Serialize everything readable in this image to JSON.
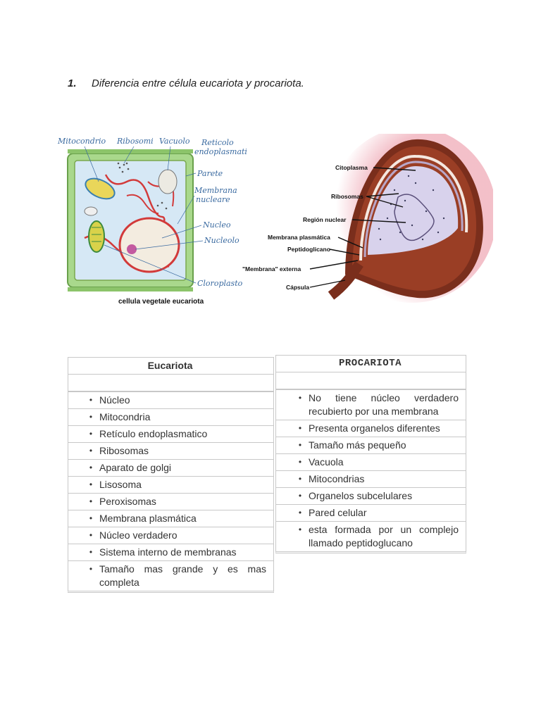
{
  "heading": {
    "number": "1.",
    "text": "Diferencia entre célula eucariota y procariota."
  },
  "figure_eukaryote": {
    "labels": {
      "mitocondrio": "Mitocondrio",
      "ribosomi": "Ribosomi",
      "vacuolo": "Vacuolo",
      "reticolo1": "Reticolo",
      "reticolo2": "endoplasmatic",
      "parete": "Parete",
      "membrana1": "Membrana",
      "membrana2": "nucleare",
      "nucleo": "Nucleo",
      "nucleolo": "Nucleolo",
      "cloroplasto": "Cloroplasto"
    },
    "caption": "cellula vegetale eucariota"
  },
  "figure_prokaryote": {
    "labels": {
      "citoplasma": "Citoplasma",
      "ribosomas": "Ribosomas",
      "region": "Región nuclear",
      "membrana": "Membrana plasmática",
      "peptido": "Peptidoglicano",
      "externa": "\"Membrana\" externa",
      "capsula": "Cápsula"
    }
  },
  "table_eukaryote": {
    "header": "Eucariota",
    "items": [
      "Núcleo",
      "Mitocondria",
      "Retículo endoplasmatico",
      "Ribosomas",
      "Aparato de golgi",
      "Lisosoma",
      "Peroxisomas",
      "Membrana plasmática",
      "Núcleo verdadero",
      "Sistema interno de membranas",
      "Tamaño mas grande y es mas completa"
    ]
  },
  "table_prokaryote": {
    "header": "PROCARIOTA",
    "items": [
      "No tiene núcleo verdadero recubierto por una membrana",
      "Presenta organelos diferentes",
      "Tamaño más pequeño",
      "Vacuola",
      "Mitocondrias",
      "Organelos subcelulares",
      "Pared celular",
      "esta formada por un complejo llamado peptidoglucano"
    ]
  },
  "colors": {
    "wall_green": "#8cc46a",
    "er_red": "#d23a3a",
    "cyto_blue": "#cfe3f3",
    "capsule_brown": "#7a2e1c",
    "capsule_pink": "#f2b9c3"
  }
}
